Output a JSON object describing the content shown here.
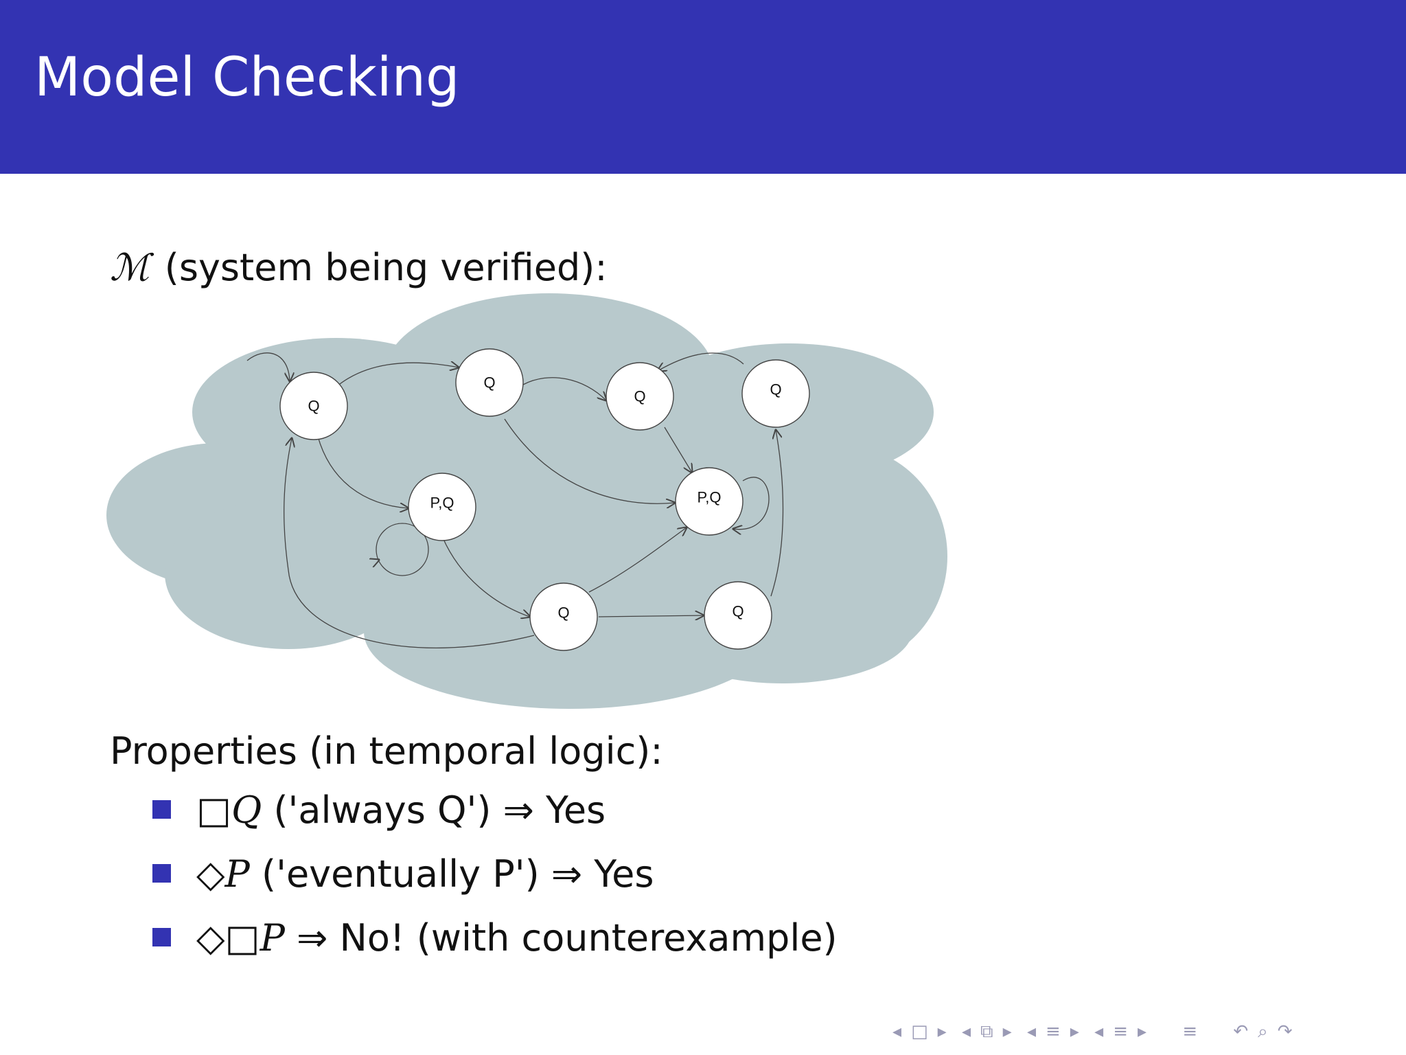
{
  "slide": {
    "title": "Model Checking",
    "model_symbol": "ℳ",
    "model_text": "(system being verified):",
    "properties_heading": "Properties (in temporal logic):"
  },
  "diagram": {
    "fill_color": "#b8c9cc",
    "states": [
      {
        "id": "s1",
        "label": "Q"
      },
      {
        "id": "s2",
        "label": "Q"
      },
      {
        "id": "s3",
        "label": "Q"
      },
      {
        "id": "s4",
        "label": "Q"
      },
      {
        "id": "s5",
        "label": "P,Q"
      },
      {
        "id": "s6",
        "label": "P,Q"
      },
      {
        "id": "s7",
        "label": "Q"
      },
      {
        "id": "s8",
        "label": "Q"
      }
    ]
  },
  "properties": [
    {
      "formula_ops": "□",
      "formula_var": "Q",
      "description": "('always Q')",
      "arrow": "⇒",
      "result": "Yes"
    },
    {
      "formula_ops": "◇",
      "formula_var": "P",
      "description": "('eventually P')",
      "arrow": "⇒",
      "result": "Yes"
    },
    {
      "formula_ops": "◇□",
      "formula_var": "P",
      "description": "",
      "arrow": "⇒",
      "result": "No!  (with counterexample)"
    }
  ],
  "navigation": {
    "icons": [
      "nav-prev-icon",
      "nav-frame-icon",
      "nav-next-icon",
      "nav-prev-icon",
      "nav-subsection-icon",
      "nav-next-icon",
      "nav-prev-icon",
      "nav-section-icon",
      "nav-next-icon",
      "nav-prev-icon",
      "nav-outline-icon",
      "nav-next-icon",
      "nav-toc-icon",
      "nav-undo-icon",
      "nav-search-icon",
      "nav-redo-icon"
    ],
    "glyph_color": "#9a9ab5"
  }
}
